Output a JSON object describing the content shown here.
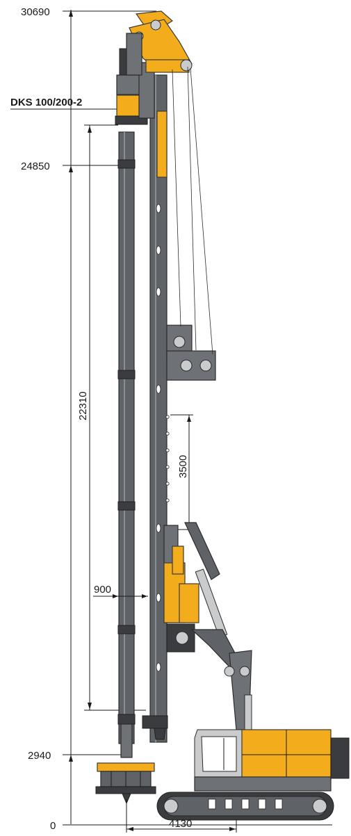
{
  "drawing": {
    "model_label": "DKS 100/200-2",
    "heights": {
      "top": "30690",
      "under_rotary": "24850",
      "tool_top": "2940",
      "ground": "0"
    },
    "lengths": {
      "kelly_travel": "22310",
      "stroke": "3500",
      "offset": "900",
      "radius": "4130"
    },
    "colors": {
      "machine_yellow": "#f3ac1c",
      "machine_grey": "#5f6368",
      "machine_dark": "#3a3c3f"
    }
  }
}
